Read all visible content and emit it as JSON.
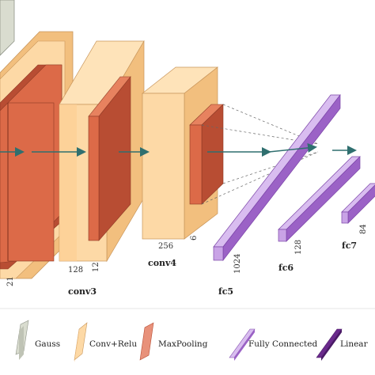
{
  "colors": {
    "gauss": "#d9dccf",
    "conv": "#fdd9a6",
    "conv_side": "#f2bf7e",
    "pool": "#dc6a48",
    "pool_side": "#b84d33",
    "fc": "#c9a3e6",
    "fc_side": "#9b62c6",
    "linear": "#6a2a8c",
    "arrow": "#2f6f6f"
  },
  "labels": {
    "conv3": "conv3",
    "conv4": "conv4",
    "fc5": "fc5",
    "fc6": "fc6",
    "fc7": "fc7"
  },
  "dims": {
    "d_21": "21",
    "d_128a": "128",
    "d_12": "12",
    "d_256": "256",
    "d_6": "6",
    "d_1024": "1024",
    "d_128b": "128",
    "d_84": "84"
  },
  "legend": [
    {
      "label": "Gauss",
      "icon": "gauss-swatch"
    },
    {
      "label": "Conv+Relu",
      "icon": "conv-relu-swatch"
    },
    {
      "label": "MaxPooling",
      "icon": "maxpooling-swatch"
    },
    {
      "label": "Fully Connected",
      "icon": "fully-connected-swatch"
    },
    {
      "label": "Linear",
      "icon": "linear-swatch"
    }
  ]
}
